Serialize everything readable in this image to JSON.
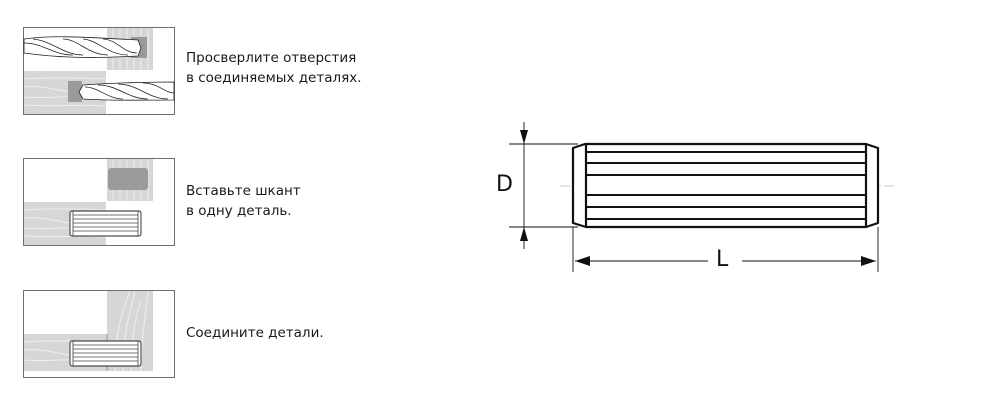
{
  "steps": [
    {
      "index": 1,
      "line1": "Просверлите отверстия",
      "line2": "в соединяемых деталях."
    },
    {
      "index": 2,
      "line1": "Вставьте шкант",
      "line2": "в одну деталь."
    },
    {
      "index": 3,
      "line1": "Соедините детали.",
      "line2": ""
    }
  ],
  "dowel": {
    "diameter_label": "D",
    "length_label": "L"
  },
  "colors": {
    "frame": "#6e6e6e",
    "wood": "#d6d6d6",
    "wood_grain": "#eeeeee",
    "hole": "#9a9a9a",
    "line": "#111111",
    "centerline": "#bbbbbb"
  }
}
